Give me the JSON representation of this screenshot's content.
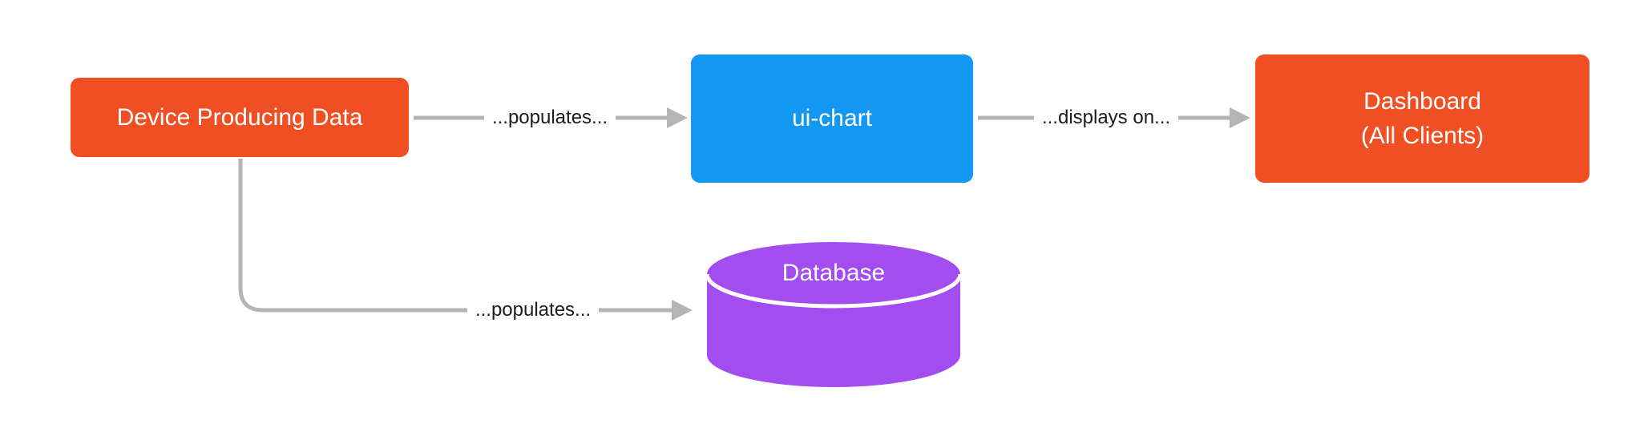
{
  "colors": {
    "background": "#ffffff",
    "orange": "#F04F23",
    "blue": "#1297F3",
    "purple": "#A34DF0",
    "arrow": "#B5B5B5",
    "node_text": "#ffffff",
    "label_text": "#1C1C1C"
  },
  "nodes": {
    "device": {
      "label": "Device Producing Data"
    },
    "ui_chart": {
      "label": "ui-chart"
    },
    "dashboard": {
      "line1": "Dashboard",
      "line2": "(All Clients)"
    },
    "database": {
      "label": "Database"
    }
  },
  "edges": {
    "device_to_uichart": {
      "label": "...populates..."
    },
    "uichart_to_dashboard": {
      "label": "...displays on..."
    },
    "device_to_database": {
      "label": "...populates..."
    }
  }
}
